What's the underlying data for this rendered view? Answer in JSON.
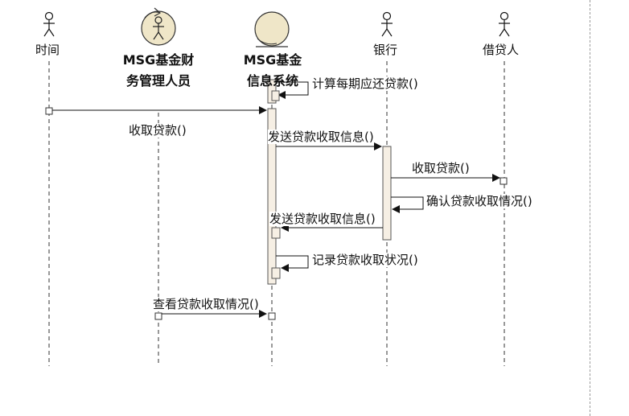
{
  "lifelines": {
    "time": "时间",
    "staff": "MSG基金财务管理人员",
    "system": "MSG基金信息系统",
    "bank": "银行",
    "borrower": "借贷人"
  },
  "messages": {
    "m1": "计算每期应还贷款()",
    "m2": "收取贷款()",
    "m3": "发送贷款收取信息()",
    "m4": "收取贷款()",
    "m5": "确认贷款收取情况()",
    "m6": "发送贷款收取信息()",
    "m7": "记录贷款收取状况()",
    "m8": "查看贷款收取情况()"
  },
  "icons": {
    "actor": "stick-figure-icon",
    "worker": "business-worker-icon",
    "entity": "entity-icon"
  }
}
